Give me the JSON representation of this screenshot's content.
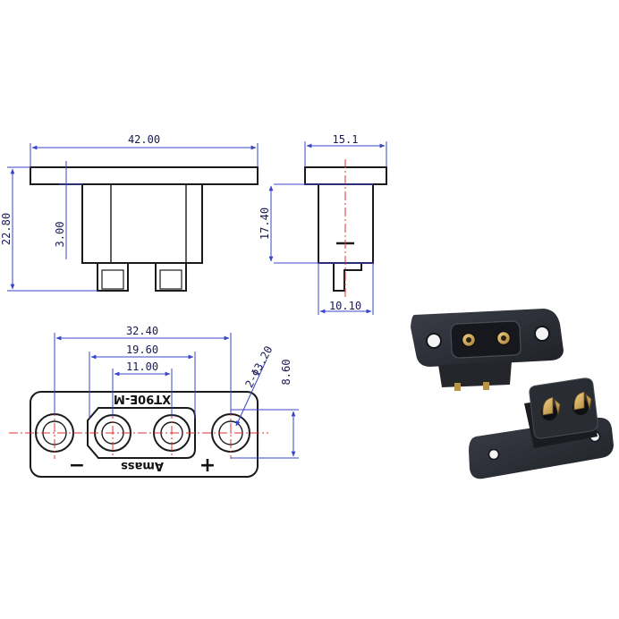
{
  "front_view": {
    "width_dim": "42.00",
    "height_dim": "22.80",
    "flange_dim": "3.00"
  },
  "side_view": {
    "top_dim": "15.1",
    "height_dim": "17.40",
    "bottom_dim": "10.10"
  },
  "top_view": {
    "hole_spacing_dim": "32.40",
    "housing_dim": "19.60",
    "pin_spacing_dim": "11.00",
    "hole_dia_dim": "2-Φ3.20",
    "height_dim": "8.60",
    "model_marking": "XT90E-M",
    "brand_marking": "Amass",
    "minus_sign": "−",
    "plus_sign": "+"
  },
  "colors": {
    "outline": "#1a1a1a",
    "dimension": "#3a44c8",
    "centerline": "#e03030",
    "part_body": "#2c2e36",
    "contact": "#c9a25a"
  }
}
